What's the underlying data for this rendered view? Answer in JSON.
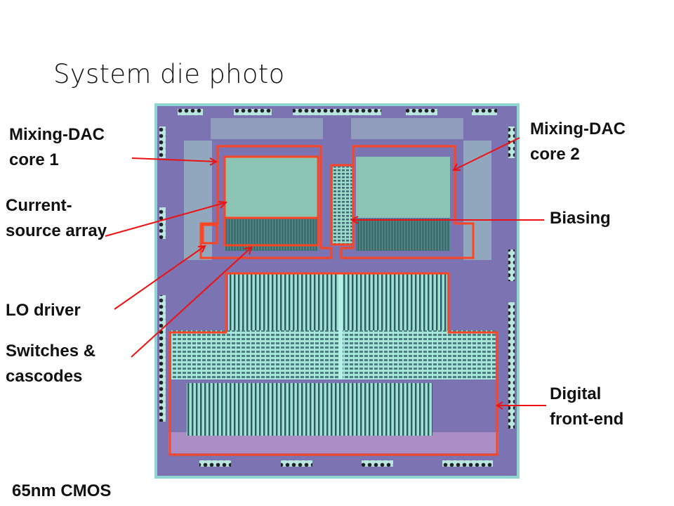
{
  "slide": {
    "title": "System die photo",
    "footer": "65nm CMOS"
  },
  "labels": {
    "core1_line1": "Mixing-DAC",
    "core1_line2": "core 1",
    "csa_line1": "Current-",
    "csa_line2": "source array",
    "lo_driver": "LO driver",
    "switches_line1": "Switches &",
    "switches_line2": "cascodes",
    "core2_line1": "Mixing-DAC",
    "core2_line2": "core 2",
    "biasing": "Biasing",
    "dfe_line1": "Digital",
    "dfe_line2": "front-end"
  },
  "colors": {
    "outline": "#ff4422",
    "arrow": "#ee1111",
    "die_bg": "#7b73b2",
    "array": "#8cc4b4",
    "cascode": "#3e6e70"
  }
}
